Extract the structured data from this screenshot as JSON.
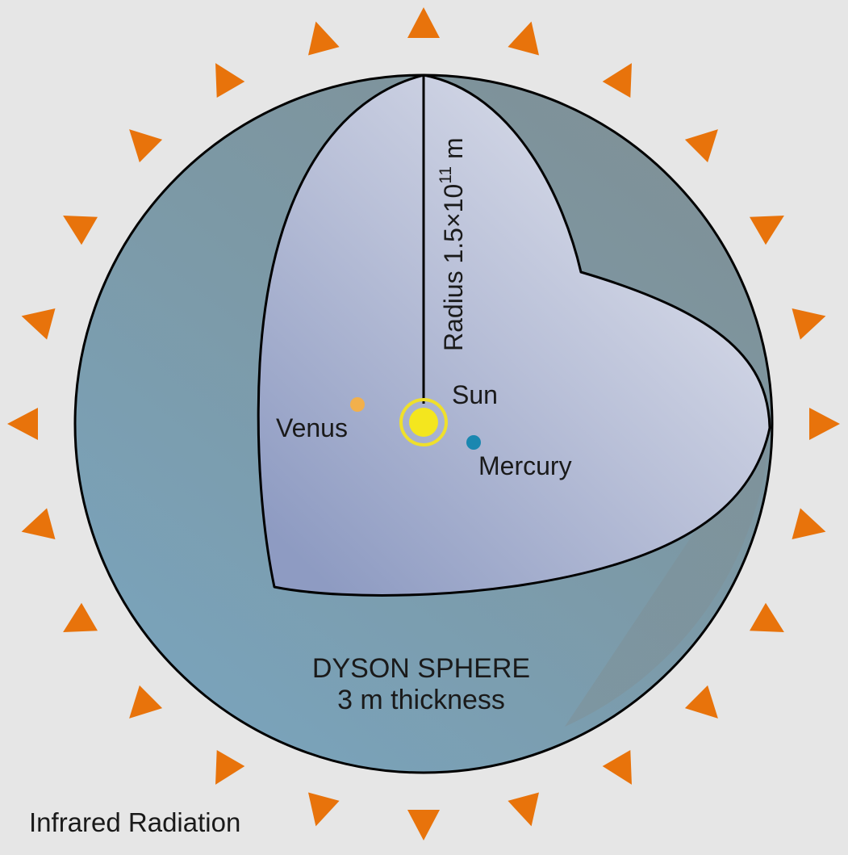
{
  "diagram": {
    "labels": {
      "radius_prefix": "Radius 1.5×10",
      "radius_exponent": "11",
      "radius_unit": " m",
      "sun": "Sun",
      "venus": "Venus",
      "mercury": "Mercury",
      "sphere_title": "DYSON SPHERE",
      "sphere_thickness": "3 m thickness",
      "radiation": "Infrared Radiation"
    },
    "colors": {
      "background": "#e6e6e6",
      "shell_light": "#7aa3bb",
      "shell_dark": "#7f9198",
      "interior_light": "#dfe2ec",
      "interior_dark": "#8e9bc2",
      "sun": "#f4e61e",
      "sun_ring": "#efe02b",
      "venus": "#f2b04c",
      "mercury": "#1a87b0",
      "radiation_arrow": "#e8730b",
      "outline": "#000000"
    },
    "radiation_arrow_count": 24
  }
}
